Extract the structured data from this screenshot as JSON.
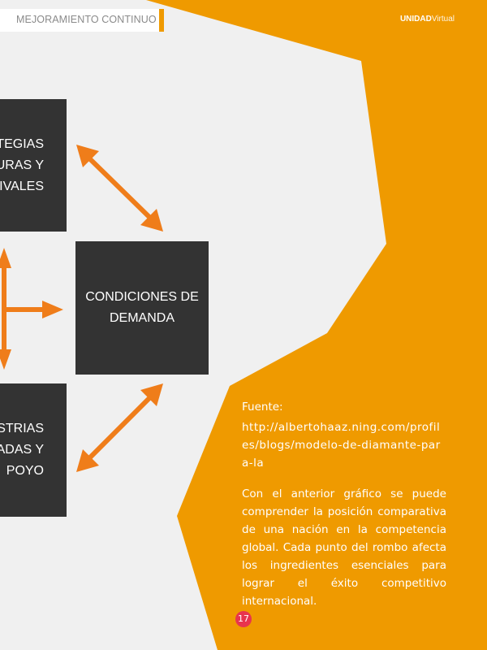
{
  "header": {
    "title": "MEJORAMIENTO CONTINUO",
    "brand_bold": "UNIDAD",
    "brand_light": "Virtual"
  },
  "diagram": {
    "box_top": "TEGIAS\nTURAS Y\nRIVALES",
    "box_center": "CONDICIONES DE\nDEMANDA",
    "box_bottom": "STRIAS\nNADAS Y\nPOYO"
  },
  "sidebar": {
    "source_label": "Fuente:",
    "source_url": "http://albertohaaz.ning.com/profiles/blogs/modelo-de-diamante-para-la",
    "paragraph": "Con el anterior gráfico se puede comprender la posición comparativa de una nación en la competencia global. Cada punto del rombo afecta los ingredientes esenciales para lograr el éxito competitivo internacional."
  },
  "page_number": "17",
  "colors": {
    "orange": "#ef9a00",
    "arrow": "#ef7d1a",
    "box": "#333333",
    "badge": "#e8344e"
  }
}
